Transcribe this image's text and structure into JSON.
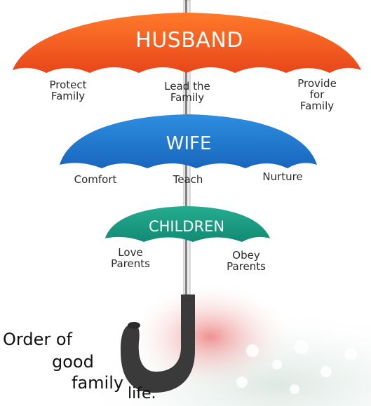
{
  "tiers": [
    {
      "title": "HUSBAND",
      "color": "#f05a1e",
      "roles": [
        "Protect\nFamily",
        "Lead the\nFamily",
        "Provide for\nFamily"
      ]
    },
    {
      "title": "WIFE",
      "color": "#1f7ad0",
      "roles": [
        "Comfort",
        "Teach",
        "Nurture"
      ]
    },
    {
      "title": "CHILDREN",
      "color": "#1b9a82",
      "roles": [
        "Love\nParents",
        "Obey\nParents"
      ]
    }
  ],
  "caption": {
    "line1": "Order of",
    "line2": "good",
    "line3": "family",
    "line4": "life."
  },
  "colors": {
    "handle": "#3a3a3a",
    "shaft": "#e6e6e6"
  }
}
